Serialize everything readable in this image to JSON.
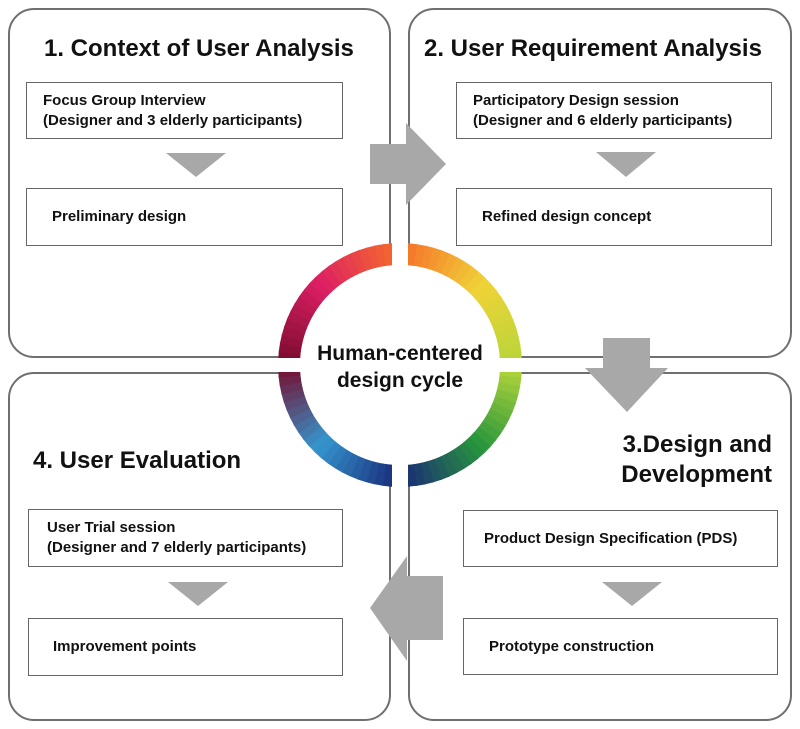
{
  "center": {
    "line1": "Human-centered",
    "line2": "design cycle"
  },
  "panels": {
    "p1": {
      "title": "1. Context of User Analysis",
      "box1": {
        "line1": "Focus Group Interview",
        "line2": "(Designer and 3 elderly participants)"
      },
      "box2": {
        "line1": "Preliminary design"
      }
    },
    "p2": {
      "title": "2. User Requirement Analysis",
      "box1": {
        "line1": "Participatory Design session",
        "line2": "(Designer and 6 elderly participants)"
      },
      "box2": {
        "line1": "Refined design concept"
      }
    },
    "p3": {
      "title_line1": "3.Design and",
      "title_line2": "Development",
      "box1": {
        "line1": "Product Design Specification (PDS)"
      },
      "box2": {
        "line1": "Prototype construction"
      }
    },
    "p4": {
      "title": "4. User Evaluation",
      "box1": {
        "line1": "User Trial session",
        "line2": "(Designer and 7 elderly participants)"
      },
      "box2": {
        "line1": "Improvement points"
      }
    }
  },
  "colors": {
    "arrow": "#a8a8a8",
    "border": "#6f6f6f",
    "text": "#111111"
  }
}
